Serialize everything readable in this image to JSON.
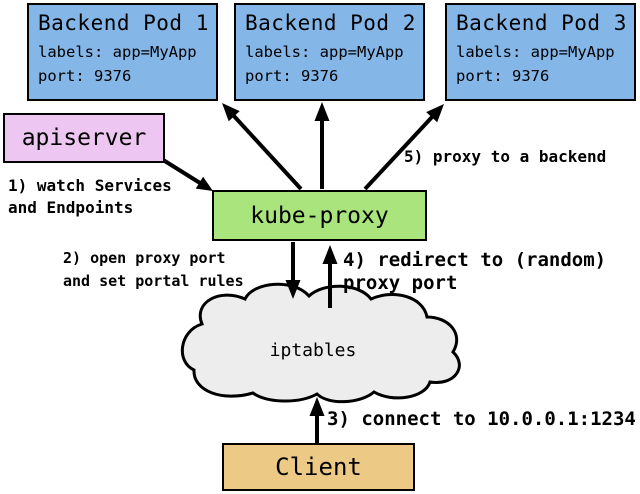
{
  "diagram": {
    "pods": [
      {
        "title": "Backend Pod 1",
        "labels_line": "labels: app=MyApp",
        "port_line": "port: 9376"
      },
      {
        "title": "Backend Pod 2",
        "labels_line": "labels: app=MyApp",
        "port_line": "port: 9376"
      },
      {
        "title": "Backend Pod 3",
        "labels_line": "labels: app=MyApp",
        "port_line": "port: 9376"
      }
    ],
    "apiserver_label": "apiserver",
    "kube_proxy_label": "kube-proxy",
    "iptables_label": "iptables",
    "client_label": "Client",
    "steps": {
      "step1": "1) watch Services\nand Endpoints",
      "step2": "2) open proxy port\nand set portal rules",
      "step3": "3) connect to 10.0.0.1:1234",
      "step4": "4) redirect to (random)\nproxy port",
      "step5": "5) proxy to a backend"
    },
    "colors": {
      "pod_fill": "#85b6e8",
      "apiserver_fill": "#eec6f2",
      "kube_proxy_fill": "#a9e47d",
      "client_fill": "#edc986",
      "cloud_fill": "#ededed",
      "line_and_border": "#000000"
    }
  }
}
